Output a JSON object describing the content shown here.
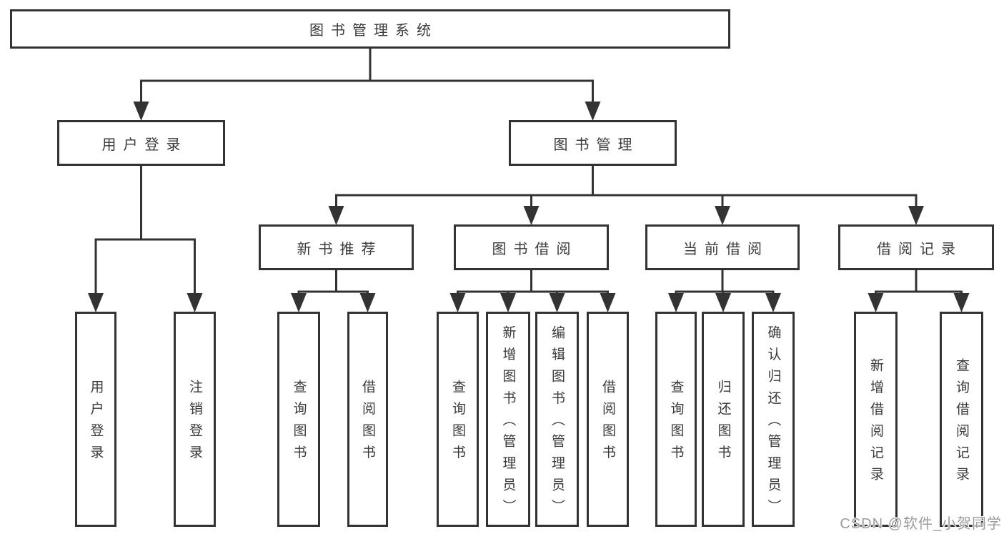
{
  "colors": {
    "line": "#333333",
    "text": "#3a3a3a",
    "watermark": "#9c9c9c",
    "background": "#ffffff"
  },
  "watermark": {
    "text": "CSDN @软件_小贺同学"
  },
  "tree": {
    "id": "root",
    "label": "图书管理系统",
    "text_direction": "horizontal",
    "children": [
      {
        "id": "user-login",
        "label": "用户登录",
        "text_direction": "horizontal",
        "children": [
          {
            "id": "user-login-leaf",
            "label": "用户登录",
            "text_direction": "vertical"
          },
          {
            "id": "logout-leaf",
            "label": "注销登录",
            "text_direction": "vertical"
          }
        ]
      },
      {
        "id": "book-management",
        "label": "图书管理",
        "text_direction": "horizontal",
        "children": [
          {
            "id": "new-book-recommendation",
            "label": "新书推荐",
            "text_direction": "horizontal",
            "children": [
              {
                "id": "query-books-1",
                "label": "查询图书",
                "text_direction": "vertical"
              },
              {
                "id": "borrow-books-1",
                "label": "借阅图书",
                "text_direction": "vertical"
              }
            ]
          },
          {
            "id": "book-borrowing",
            "label": "图书借阅",
            "text_direction": "horizontal",
            "children": [
              {
                "id": "query-books-2",
                "label": "查询图书",
                "text_direction": "vertical"
              },
              {
                "id": "add-books-admin",
                "label": "新增图书（管理员）",
                "text_direction": "vertical"
              },
              {
                "id": "edit-books-admin",
                "label": "编辑图书（管理员）",
                "text_direction": "vertical"
              },
              {
                "id": "borrow-books-2",
                "label": "借阅图书",
                "text_direction": "vertical"
              }
            ]
          },
          {
            "id": "current-borrowing",
            "label": "当前借阅",
            "text_direction": "horizontal",
            "children": [
              {
                "id": "query-books-3",
                "label": "查询图书",
                "text_direction": "vertical"
              },
              {
                "id": "return-books",
                "label": "归还图书",
                "text_direction": "vertical"
              },
              {
                "id": "confirm-return-admin",
                "label": "确认归还（管理员）",
                "text_direction": "vertical"
              }
            ]
          },
          {
            "id": "borrowing-records",
            "label": "借阅记录",
            "text_direction": "horizontal",
            "children": [
              {
                "id": "add-borrow-record",
                "label": "新增借阅记录",
                "text_direction": "vertical"
              },
              {
                "id": "query-borrow-record",
                "label": "查询借阅记录",
                "text_direction": "vertical"
              }
            ]
          }
        ]
      }
    ]
  }
}
